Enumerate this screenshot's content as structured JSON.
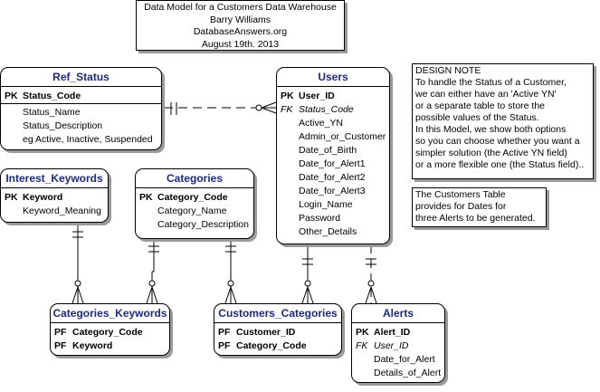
{
  "title_box": {
    "lines": [
      "Data Model for a Customers Data Warehouse",
      "Barry Williams",
      "DatabaseAnswers.org",
      "August 19th. 2013"
    ]
  },
  "design_note": {
    "lines": [
      "DESIGN NOTE",
      "To handle the Status of a Customer,",
      "we can either have an 'Active YN'",
      "or a separate table to store the",
      "possible values of the Status.",
      "In this Model, we show both options",
      "so you can choose whether you want a",
      "simpler solution (the Active YN field)",
      "or a more flexible one (the Status field).."
    ]
  },
  "customers_note": {
    "lines": [
      "The Customers Table",
      "provides for Dates for",
      "three Alerts to be generated."
    ]
  },
  "entities": {
    "ref_status": {
      "name": "Ref_Status",
      "keys": [
        {
          "type": "PK",
          "name": "Status_Code"
        }
      ],
      "attrs": [
        "Status_Name",
        "Status_Description",
        "eg Active, Inactive, Suspended"
      ]
    },
    "users": {
      "name": "Users",
      "keys": [
        {
          "type": "PK",
          "name": "User_ID"
        }
      ],
      "fk_attrs": [
        {
          "type": "FK",
          "name": "Status_Code"
        }
      ],
      "attrs": [
        "Active_YN",
        "Admin_or_Customer",
        "Date_of_Birth",
        "Date_for_Alert1",
        "Date_for_Alert2",
        "Date_for_Alert3",
        "Login_Name",
        "Password",
        "Other_Details"
      ]
    },
    "interest_keywords": {
      "name": "Interest_Keywords",
      "keys": [
        {
          "type": "PK",
          "name": "Keyword"
        }
      ],
      "attrs": [
        "Keyword_Meaning"
      ]
    },
    "categories": {
      "name": "Categories",
      "keys": [
        {
          "type": "PK",
          "name": "Category_Code"
        }
      ],
      "attrs": [
        "Category_Name",
        "Category_Description"
      ]
    },
    "categories_keywords": {
      "name": "Categories_Keywords",
      "keys": [
        {
          "type": "PF",
          "name": "Category_Code"
        },
        {
          "type": "PF",
          "name": "Keyword"
        }
      ],
      "attrs": []
    },
    "customers_categories": {
      "name": "Customers_Categories",
      "keys": [
        {
          "type": "PF",
          "name": "Customer_ID"
        },
        {
          "type": "PF",
          "name": "Category_Code"
        }
      ],
      "attrs": []
    },
    "alerts": {
      "name": "Alerts",
      "keys": [
        {
          "type": "PK",
          "name": "Alert_ID"
        }
      ],
      "fk_attrs": [
        {
          "type": "FK",
          "name": "User_ID"
        }
      ],
      "attrs": [
        "Date_for_Alert",
        "Details_of_Alert"
      ]
    }
  },
  "colors": {
    "entity_title": "#1e2a82",
    "shadow": "#9a9a9a",
    "line": "#000000"
  }
}
